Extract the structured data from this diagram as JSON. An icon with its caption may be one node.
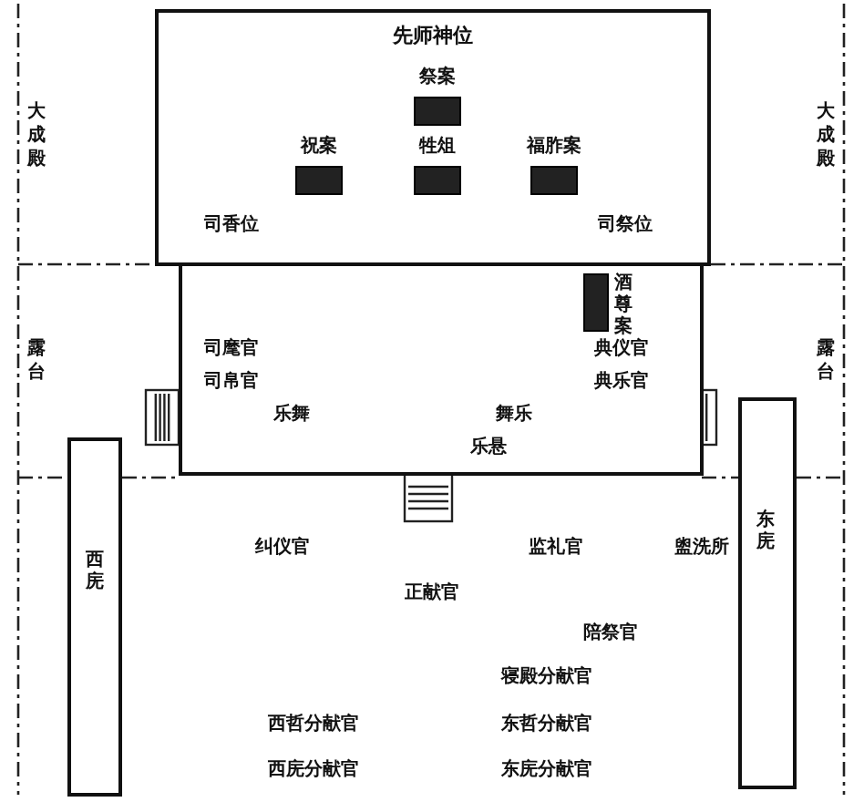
{
  "diagram": {
    "nodes": [
      {
        "text": [
          "先师神位"
        ]
      },
      {
        "text": [
          "祭案"
        ],
        "in": 0
      },
      {
        "text": [
          "祝案"
        ],
        "in": 0
      },
      {
        "text": [
          "牲俎"
        ],
        "in": 0
      },
      {
        "text": [
          "福胙案"
        ],
        "in": 0
      },
      {
        "text": [],
        "shape": "box"
      },
      {
        "text": [
          "酒尊案"
        ],
        "in": 5
      },
      {
        "text": [
          "西庑"
        ]
      },
      {
        "text": [
          "东庑"
        ]
      }
    ],
    "labels": [
      "大成殿",
      "大成殿",
      "司香位",
      "司祭位",
      "露台",
      "露台",
      "司麾官",
      "典仪官",
      "司帛官",
      "典乐官",
      "乐舞",
      "舞乐",
      "乐悬",
      "纠仪官",
      "监礼官",
      "盥洗所",
      "正献官",
      "陪祭官",
      "寝殿分献官",
      "西哲分献官",
      "东哲分献官",
      "西庑分献官",
      "东庑分献官"
    ]
  }
}
